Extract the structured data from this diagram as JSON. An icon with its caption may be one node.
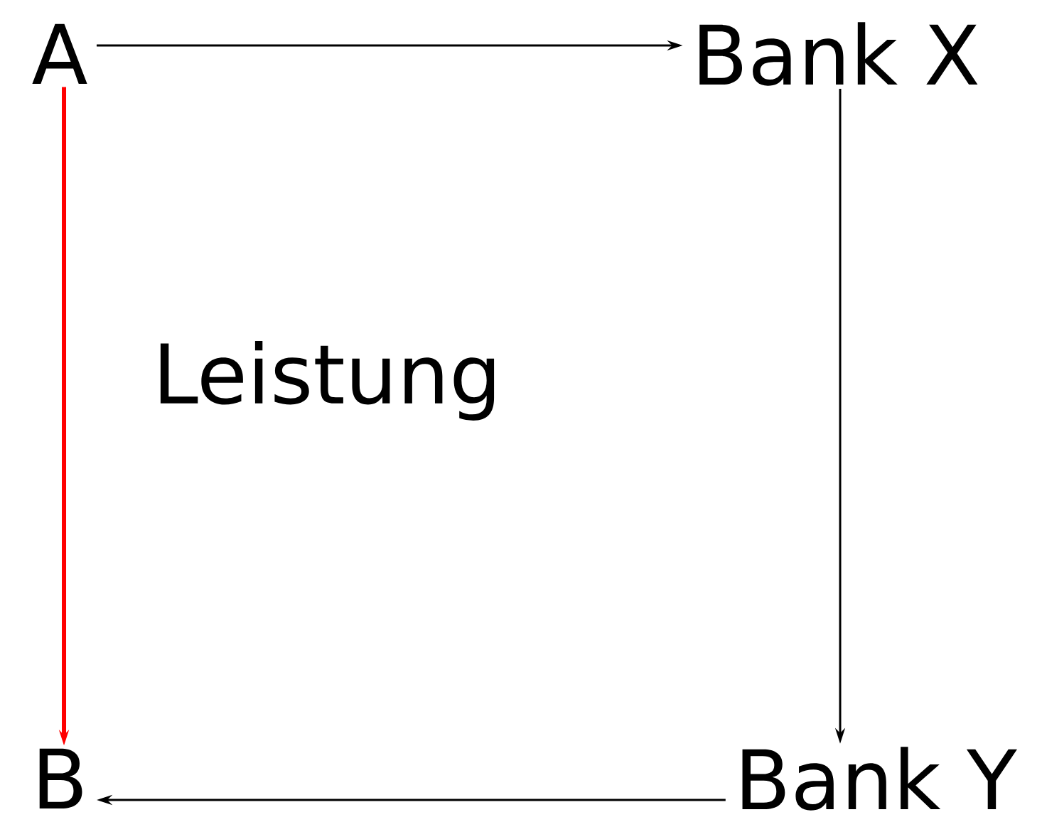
{
  "diagram": {
    "nodes": [
      {
        "text": [
          "A"
        ]
      },
      {
        "text": [
          "Bank X"
        ]
      },
      {
        "text": [
          "B"
        ]
      },
      {
        "text": [
          "Bank Y"
        ]
      }
    ],
    "edges": [
      {
        "from": 0,
        "to": 1,
        "arrow": "to"
      },
      {
        "from": 1,
        "to": 3,
        "arrow": "to"
      },
      {
        "from": 3,
        "to": 2,
        "arrow": "to"
      },
      {
        "from": 0,
        "to": 2,
        "arrow": "to",
        "style": "thick",
        "color": "#ff0000"
      }
    ],
    "labels": [
      "Leistung"
    ]
  }
}
